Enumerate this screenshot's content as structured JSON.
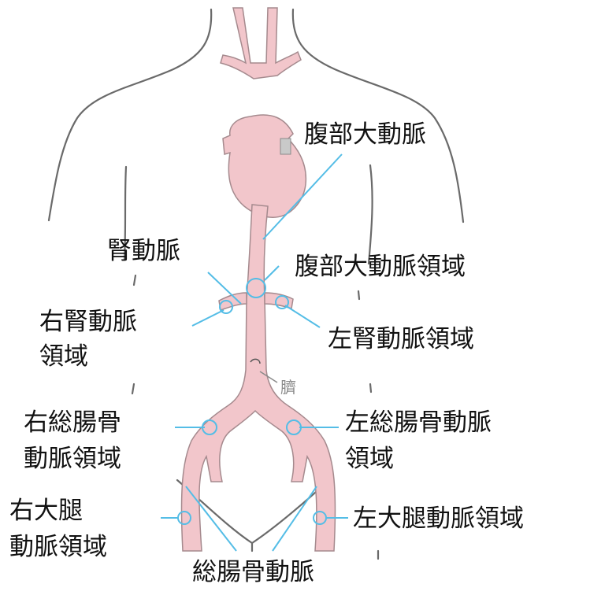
{
  "colors": {
    "vessel_fill": "#f2c6cb",
    "vessel_stroke": "#a58a8e",
    "body_outline": "#6a6a6a",
    "pointer_line": "#54bde6",
    "label_text": "#111111"
  },
  "labels": {
    "abdominal_aorta": "腹部大動脈",
    "renal_artery": "腎動脈",
    "abdominal_aorta_region": "腹部大動脈領域",
    "right_renal_line1": "右腎動脈",
    "right_renal_line2": "領域",
    "left_renal_region": "左腎動脈領域",
    "navel": "臍",
    "right_common_iliac_line1": "右総腸骨",
    "right_common_iliac_line2": "動脈領域",
    "left_common_iliac_line1": "左総腸骨動脈",
    "left_common_iliac_line2": "領域",
    "right_femoral_line1": "右大腿",
    "right_femoral_line2": "動脈領域",
    "left_femoral_region": "左大腿動脈領域",
    "common_iliac_artery": "総腸骨動脈"
  }
}
